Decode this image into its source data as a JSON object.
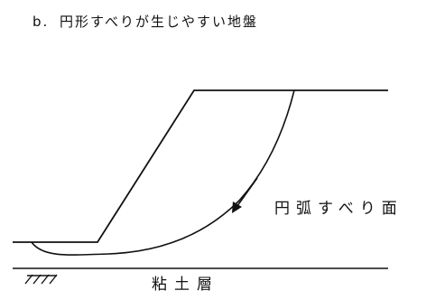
{
  "figure": {
    "label": "b.",
    "title": "円形すべりが生じやすい地盤"
  },
  "labels": {
    "slip_surface": "円弧すべり面",
    "clay_layer": "粘土層"
  }
}
